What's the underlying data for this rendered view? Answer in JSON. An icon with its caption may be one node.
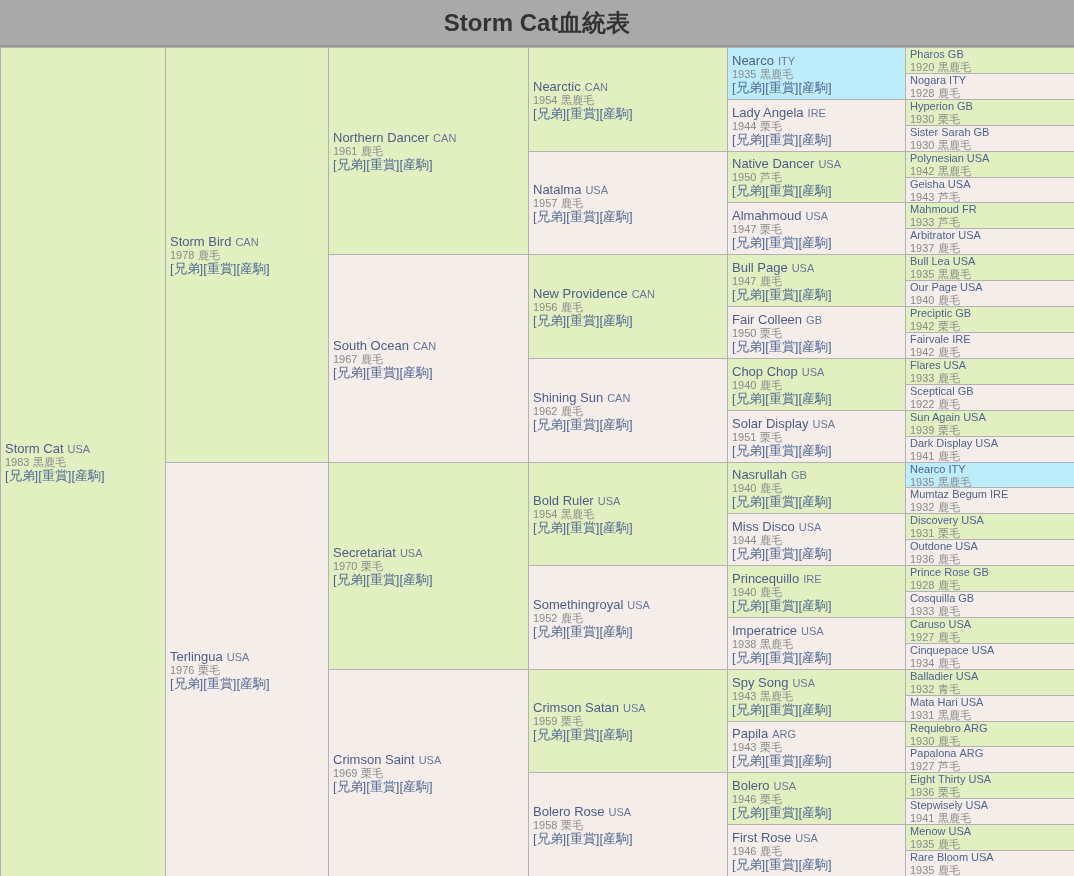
{
  "diagram": {
    "title": "Storm Cat血統表",
    "nodes": [
      {
        "text": [
          "Storm Cat",
          "USA",
          "1983 黒鹿毛",
          "[兄弟]",
          "[重賞]",
          "[産駒]"
        ]
      },
      {
        "text": [
          "Storm Bird",
          "CAN",
          "1978 鹿毛",
          "[兄弟]",
          "[重賞]",
          "[産駒]"
        ]
      },
      {
        "text": [
          "Northern Dancer",
          "CAN",
          "1961 鹿毛",
          "[兄弟]",
          "[重賞]",
          "[産駒]"
        ]
      },
      {
        "text": [
          "Nearctic",
          "CAN",
          "1954 黒鹿毛",
          "[兄弟]",
          "[重賞]",
          "[産駒]"
        ]
      },
      {
        "text": [
          "Nearco",
          "ITY",
          "1935 黒鹿毛",
          "[兄弟]",
          "[重賞]",
          "[産駒]"
        ]
      },
      {
        "text": [
          "Pharos",
          "GB",
          "1920 黒鹿毛"
        ]
      },
      {
        "text": [
          "Nogara",
          "ITY",
          "1928 鹿毛"
        ]
      },
      {
        "text": [
          "Lady Angela",
          "IRE",
          "1944 栗毛",
          "[兄弟]",
          "[重賞]",
          "[産駒]"
        ]
      },
      {
        "text": [
          "Hyperion",
          "GB",
          "1930 栗毛"
        ]
      },
      {
        "text": [
          "Sister Sarah",
          "GB",
          "1930 黒鹿毛"
        ]
      },
      {
        "text": [
          "Natalma",
          "USA",
          "1957 鹿毛",
          "[兄弟]",
          "[重賞]",
          "[産駒]"
        ]
      },
      {
        "text": [
          "Native Dancer",
          "USA",
          "1950 芦毛",
          "[兄弟]",
          "[重賞]",
          "[産駒]"
        ]
      },
      {
        "text": [
          "Polynesian",
          "USA",
          "1942 黒鹿毛"
        ]
      },
      {
        "text": [
          "Geisha",
          "USA",
          "1943 芦毛"
        ]
      },
      {
        "text": [
          "Almahmoud",
          "USA",
          "1947 栗毛",
          "[兄弟]",
          "[重賞]",
          "[産駒]"
        ]
      },
      {
        "text": [
          "Mahmoud",
          "FR",
          "1933 芦毛"
        ]
      },
      {
        "text": [
          "Arbitrator",
          "USA",
          "1937 鹿毛"
        ]
      },
      {
        "text": [
          "South Ocean",
          "CAN",
          "1967 鹿毛",
          "[兄弟]",
          "[重賞]",
          "[産駒]"
        ]
      },
      {
        "text": [
          "New Providence",
          "CAN",
          "1956 鹿毛",
          "[兄弟]",
          "[重賞]",
          "[産駒]"
        ]
      },
      {
        "text": [
          "Bull Page",
          "USA",
          "1947 鹿毛",
          "[兄弟]",
          "[重賞]",
          "[産駒]"
        ]
      },
      {
        "text": [
          "Bull Lea",
          "USA",
          "1935 黒鹿毛"
        ]
      },
      {
        "text": [
          "Our Page",
          "USA",
          "1940 鹿毛"
        ]
      },
      {
        "text": [
          "Fair Colleen",
          "GB",
          "1950 栗毛",
          "[兄弟]",
          "[重賞]",
          "[産駒]"
        ]
      },
      {
        "text": [
          "Preciptic",
          "GB",
          "1942 栗毛"
        ]
      },
      {
        "text": [
          "Fairvale",
          "IRE",
          "1942 鹿毛"
        ]
      },
      {
        "text": [
          "Shining Sun",
          "CAN",
          "1962 鹿毛",
          "[兄弟]",
          "[重賞]",
          "[産駒]"
        ]
      },
      {
        "text": [
          "Chop Chop",
          "USA",
          "1940 鹿毛",
          "[兄弟]",
          "[重賞]",
          "[産駒]"
        ]
      },
      {
        "text": [
          "Flares",
          "USA",
          "1933 鹿毛"
        ]
      },
      {
        "text": [
          "Sceptical",
          "GB",
          "1922 鹿毛"
        ]
      },
      {
        "text": [
          "Solar Display",
          "USA",
          "1951 栗毛",
          "[兄弟]",
          "[重賞]",
          "[産駒]"
        ]
      },
      {
        "text": [
          "Sun Again",
          "USA",
          "1939 栗毛"
        ]
      },
      {
        "text": [
          "Dark Display",
          "USA",
          "1941 鹿毛"
        ]
      },
      {
        "text": [
          "Terlingua",
          "USA",
          "1976 栗毛",
          "[兄弟]",
          "[重賞]",
          "[産駒]"
        ]
      },
      {
        "text": [
          "Secretariat",
          "USA",
          "1970 栗毛",
          "[兄弟]",
          "[重賞]",
          "[産駒]"
        ]
      },
      {
        "text": [
          "Bold Ruler",
          "USA",
          "1954 黒鹿毛",
          "[兄弟]",
          "[重賞]",
          "[産駒]"
        ]
      },
      {
        "text": [
          "Nasrullah",
          "GB",
          "1940 鹿毛",
          "[兄弟]",
          "[重賞]",
          "[産駒]"
        ]
      },
      {
        "text": [
          "Nearco",
          "ITY",
          "1935 黒鹿毛"
        ]
      },
      {
        "text": [
          "Mumtaz Begum",
          "IRE",
          "1932 鹿毛"
        ]
      },
      {
        "text": [
          "Miss Disco",
          "USA",
          "1944 鹿毛",
          "[兄弟]",
          "[重賞]",
          "[産駒]"
        ]
      },
      {
        "text": [
          "Discovery",
          "USA",
          "1931 栗毛"
        ]
      },
      {
        "text": [
          "Outdone",
          "USA",
          "1936 鹿毛"
        ]
      },
      {
        "text": [
          "Somethingroyal",
          "USA",
          "1952 鹿毛",
          "[兄弟]",
          "[重賞]",
          "[産駒]"
        ]
      },
      {
        "text": [
          "Princequillo",
          "IRE",
          "1940 鹿毛",
          "[兄弟]",
          "[重賞]",
          "[産駒]"
        ]
      },
      {
        "text": [
          "Prince Rose",
          "GB",
          "1928 鹿毛"
        ]
      },
      {
        "text": [
          "Cosquilla",
          "GB",
          "1933 鹿毛"
        ]
      },
      {
        "text": [
          "Imperatrice",
          "USA",
          "1938 黒鹿毛",
          "[兄弟]",
          "[重賞]",
          "[産駒]"
        ]
      },
      {
        "text": [
          "Caruso",
          "USA",
          "1927 鹿毛"
        ]
      },
      {
        "text": [
          "Cinquepace",
          "USA",
          "1934 鹿毛"
        ]
      },
      {
        "text": [
          "Crimson Saint",
          "USA",
          "1969 栗毛",
          "[兄弟]",
          "[重賞]",
          "[産駒]"
        ]
      },
      {
        "text": [
          "Crimson Satan",
          "USA",
          "1959 栗毛",
          "[兄弟]",
          "[重賞]",
          "[産駒]"
        ]
      },
      {
        "text": [
          "Spy Song",
          "USA",
          "1943 黒鹿毛",
          "[兄弟]",
          "[重賞]",
          "[産駒]"
        ]
      },
      {
        "text": [
          "Balladier",
          "USA",
          "1932 青毛"
        ]
      },
      {
        "text": [
          "Mata Hari",
          "USA",
          "1931 黒鹿毛"
        ]
      },
      {
        "text": [
          "Papila",
          "ARG",
          "1943 栗毛",
          "[兄弟]",
          "[重賞]",
          "[産駒]"
        ]
      },
      {
        "text": [
          "Requiebro",
          "ARG",
          "1930 鹿毛"
        ]
      },
      {
        "text": [
          "Papalona",
          "ARG",
          "1927 芦毛"
        ]
      },
      {
        "text": [
          "Bolero Rose",
          "USA",
          "1958 栗毛",
          "[兄弟]",
          "[重賞]",
          "[産駒]"
        ]
      },
      {
        "text": [
          "Bolero",
          "USA",
          "1946 栗毛",
          "[兄弟]",
          "[重賞]",
          "[産駒]"
        ]
      },
      {
        "text": [
          "Eight Thirty",
          "USA",
          "1936 栗毛"
        ]
      },
      {
        "text": [
          "Stepwisely",
          "USA",
          "1941 黒鹿毛"
        ]
      },
      {
        "text": [
          "First Rose",
          "USA",
          "1946 鹿毛",
          "[兄弟]",
          "[重賞]",
          "[産駒]"
        ]
      },
      {
        "text": [
          "Menow",
          "USA",
          "1935 鹿毛"
        ]
      },
      {
        "text": [
          "Rare Bloom",
          "USA",
          "1935 鹿毛"
        ]
      }
    ]
  }
}
